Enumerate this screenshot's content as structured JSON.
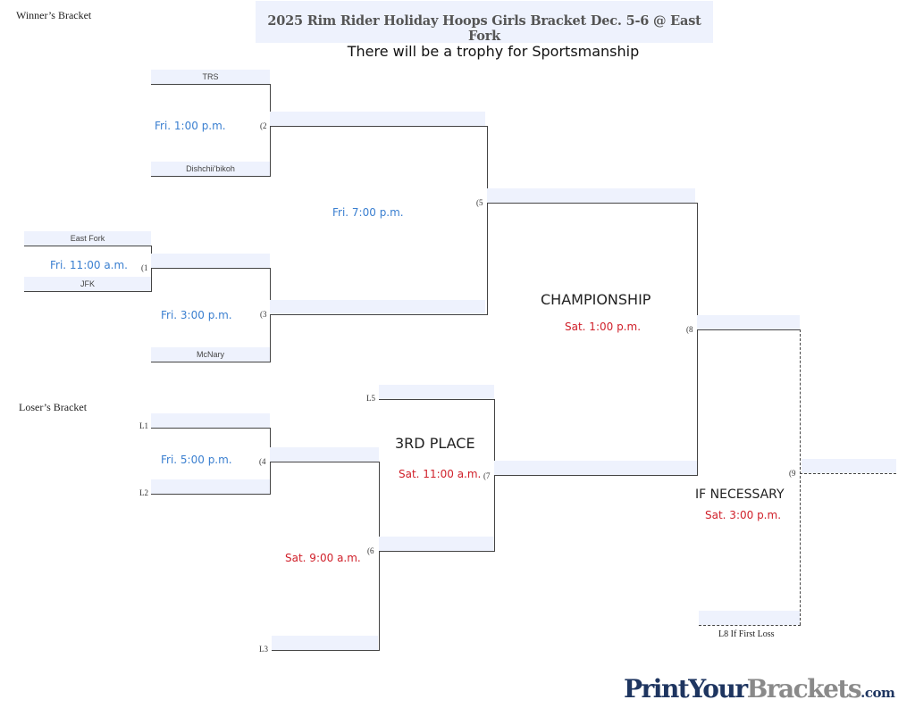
{
  "header": {
    "title": "2025 Rim Rider Holiday Hoops Girls Bracket  Dec. 5-6 @ East Fork",
    "subtitle": "There will be a trophy for Sportsmanship"
  },
  "sections": {
    "winners_label": "Winner’s Bracket",
    "losers_label": "Loser’s Bracket"
  },
  "teams": {
    "trs": "TRS",
    "dishchiibikoh": "Dishchii'bikoh",
    "east_fork": "East Fork",
    "jfk": "JFK",
    "mcnary": "McNary"
  },
  "game_numbers": {
    "g1": "(1",
    "g2": "(2",
    "g3": "(3",
    "g4": "(4",
    "g5": "(5",
    "g6": "(6",
    "g7": "(7",
    "g8": "(8",
    "g9": "(9"
  },
  "loser_seeds": {
    "l1": "L1",
    "l2": "L2",
    "l3": "L3",
    "l5": "L5",
    "l8": "L8 If First Loss"
  },
  "times": {
    "g1": "Fri.  11:00 a.m.",
    "g2": "Fri. 1:00 p.m.",
    "g3": "Fri. 3:00 p.m.",
    "g4": "Fri. 5:00 p.m.",
    "g5": "Fri. 7:00 p.m.",
    "g6": "Sat. 9:00 a.m.",
    "g7": "Sat. 11:00 a.m.",
    "g8": "Sat. 1:00 p.m.",
    "g9": "Sat. 3:00 p.m."
  },
  "labels": {
    "championship": "CHAMPIONSHIP",
    "third_place": "3RD PLACE",
    "if_necessary": "IF NECESSARY"
  },
  "colors": {
    "friday_time": "#3a7fd0",
    "saturday_time": "#d0202a",
    "slot_fill": "#eef2fd",
    "line": "#444444"
  },
  "logo": {
    "part1": "PrintYour",
    "part2": "Brackets",
    "part3": ".com"
  }
}
